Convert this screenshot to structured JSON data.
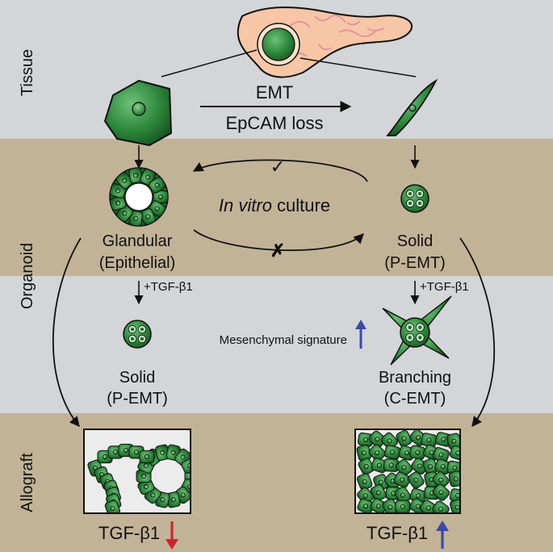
{
  "bands": {
    "tissue": "Tissue",
    "organoid": "Organoid",
    "allograft": "Allograft"
  },
  "transition": {
    "line1": "EMT",
    "line2": "EpCAM loss"
  },
  "culture": {
    "italic": "In vitro",
    "rest": " culture",
    "check": "✓",
    "cross": "✗"
  },
  "organoids": {
    "glandular_name": "Glandular",
    "glandular_type": "(Epithelial)",
    "solid_top_name": "Solid",
    "solid_top_type": "(P-EMT)",
    "solid_bottom_name": "Solid",
    "solid_bottom_type": "(P-EMT)",
    "branching_name": "Branching",
    "branching_type": "(C-EMT)"
  },
  "treatment": {
    "left": "+TGF-β1",
    "right": "+TGF-β1"
  },
  "mesenchymal": "Mesenchymal signature",
  "allograft": {
    "left_label": "TGF-β1",
    "right_label": "TGF-β1"
  },
  "colors": {
    "tissue_band": "#d3d5d8",
    "organoid_band": "#c2b398",
    "allograft_band": "#c2b398",
    "cell_green": "#2e8b3e",
    "cell_dark": "#14501e",
    "pancreas": "#f6c6a6",
    "arrow_up": "#3a4aa8",
    "arrow_down": "#c8282e"
  }
}
